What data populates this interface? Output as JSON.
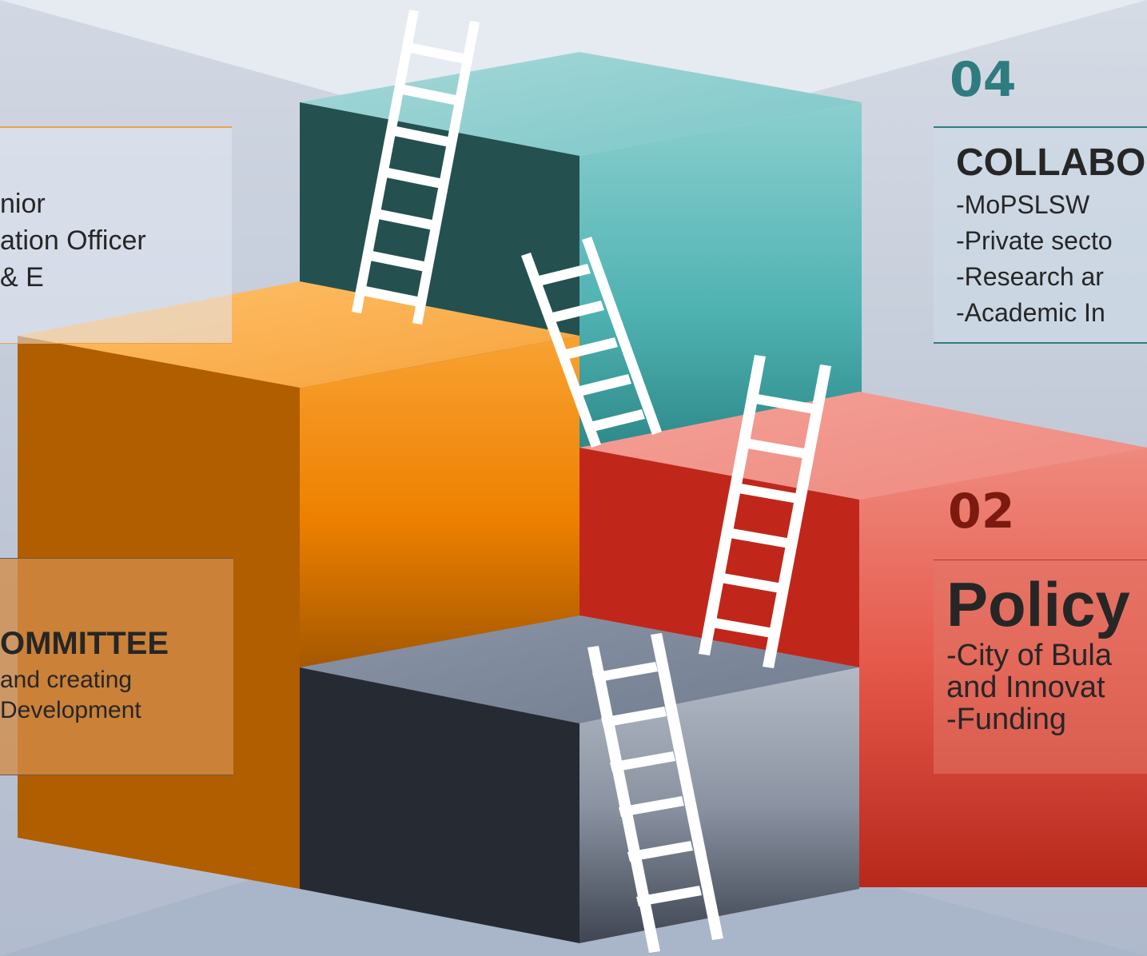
{
  "steps": {
    "step_04": {
      "number": "04",
      "heading": "COLLABO",
      "lines": [
        "-MoPSLSW",
        "-Private secto",
        "-Research ar",
        "-Academic In"
      ]
    },
    "step_02": {
      "number": "02",
      "heading": "Policy",
      "lines": [
        "-City of Bula",
        "and Innovat",
        "-Funding"
      ]
    },
    "left_top": {
      "lines": [
        "nior",
        "ation Officer",
        "& E"
      ]
    },
    "left_bottom": {
      "heading": "OMMITTEE",
      "lines": [
        "and creating",
        "Development"
      ]
    }
  },
  "colors": {
    "teal": "#4fb3b2",
    "teal_dark": "#24514f",
    "orange": "#f39212",
    "orange_dark": "#b05e00",
    "red": "#e4584a",
    "red_dark": "#c0271a",
    "slate": "#8f97a6",
    "slate_dark": "#262a33",
    "number_04": "#2f7c80",
    "number_02": "#7b1b10"
  }
}
